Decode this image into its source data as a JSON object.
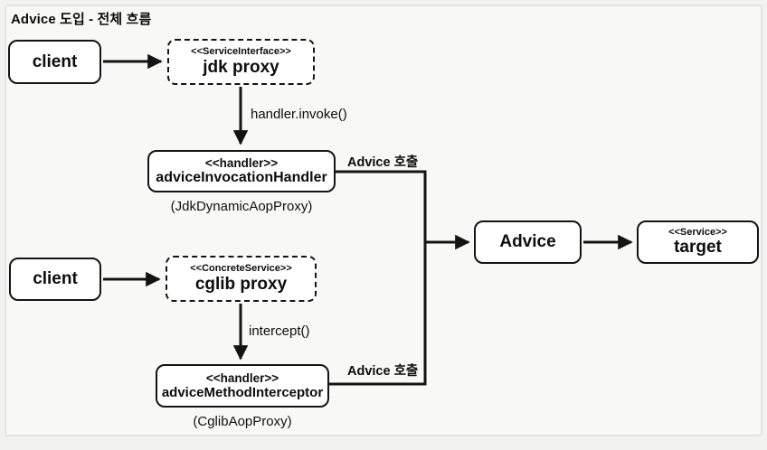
{
  "title": "Advice 도입 - 전체 흐름",
  "nodes": {
    "client_top": {
      "label": "client"
    },
    "jdk_proxy": {
      "stereotype": "<<ServiceInterface>>",
      "label": "jdk proxy"
    },
    "advice_invocation_handler": {
      "stereotype": "<<handler>>",
      "label": "adviceInvocationHandler",
      "caption": "(JdkDynamicAopProxy)"
    },
    "advice": {
      "label": "Advice"
    },
    "target": {
      "stereotype": "<<Service>>",
      "label": "target"
    },
    "client_bottom": {
      "label": "client"
    },
    "cglib_proxy": {
      "stereotype": "<<ConcreteService>>",
      "label": "cglib proxy"
    },
    "advice_method_interceptor": {
      "stereotype": "<<handler>>",
      "label": "adviceMethodInterceptor",
      "caption": "(CglibAopProxy)"
    }
  },
  "edge_labels": {
    "handler_invoke": "handler.invoke()",
    "advice_call_top": "Advice 호출",
    "intercept": "intercept()",
    "advice_call_bottom": "Advice 호출"
  },
  "colors": {
    "line": "#141414",
    "box_background": "#ffffff",
    "panel_background": "#f8f8f7",
    "page_background": "#f2f2f1",
    "panel_border": "#e3e3e2"
  }
}
